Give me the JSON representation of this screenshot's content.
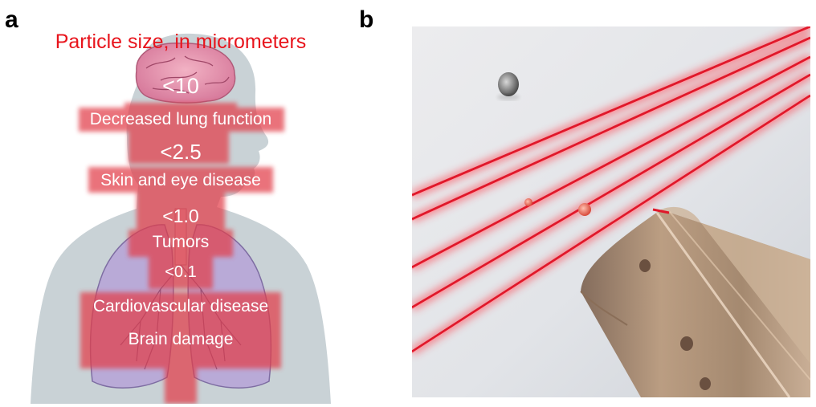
{
  "panel_letters": {
    "a": "a",
    "b": "b"
  },
  "panel_a": {
    "title": "Particle size, in micrometers",
    "sizes": [
      "<10",
      "<2.5",
      "<1.0",
      "<0.1"
    ],
    "effects": {
      "lung": "Decreased lung function",
      "skin": "Skin and eye disease",
      "tumors": "Tumors",
      "cardio": "Cardiovascular disease",
      "brain": "Brain damage"
    },
    "colors": {
      "title": "#e8141c",
      "band": "#e23c48",
      "silhouette": "#c9d2d6",
      "organ": "#b9a8d8"
    }
  },
  "panel_b": {
    "colors": {
      "laser": "#e0182a",
      "background": "#e6e7ea",
      "capillary": "#a88a70",
      "particle": "#e55a4a"
    }
  }
}
